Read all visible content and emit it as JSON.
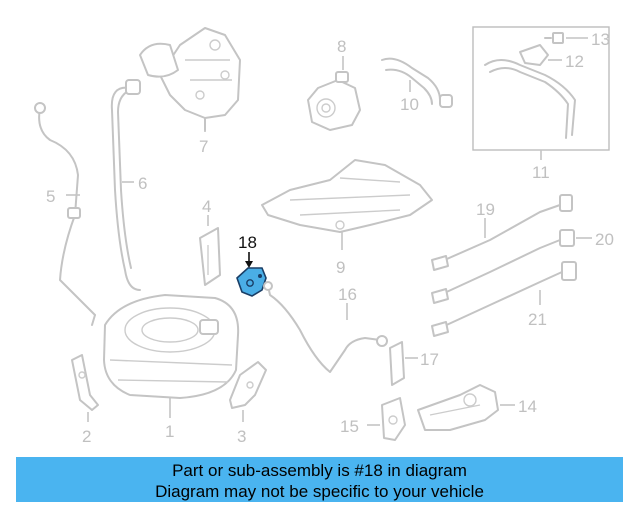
{
  "callouts": {
    "c1": "1",
    "c2": "2",
    "c3": "3",
    "c4": "4",
    "c5": "5",
    "c6": "6",
    "c7": "7",
    "c8": "8",
    "c9": "9",
    "c10": "10",
    "c11": "11",
    "c12": "12",
    "c13": "13",
    "c14": "14",
    "c15": "15",
    "c16": "16",
    "c17": "17",
    "c18": "18",
    "c19": "19",
    "c20": "20",
    "c21": "21"
  },
  "highlighted_part": "18",
  "colors": {
    "highlight_fill": "#4aaee6",
    "banner_background": "#4ab4f0",
    "parts_gray": "#c4c4c4"
  },
  "banner": {
    "line1": "Part or sub-assembly is #18 in diagram",
    "line2": "Diagram may not be specific to your vehicle"
  }
}
